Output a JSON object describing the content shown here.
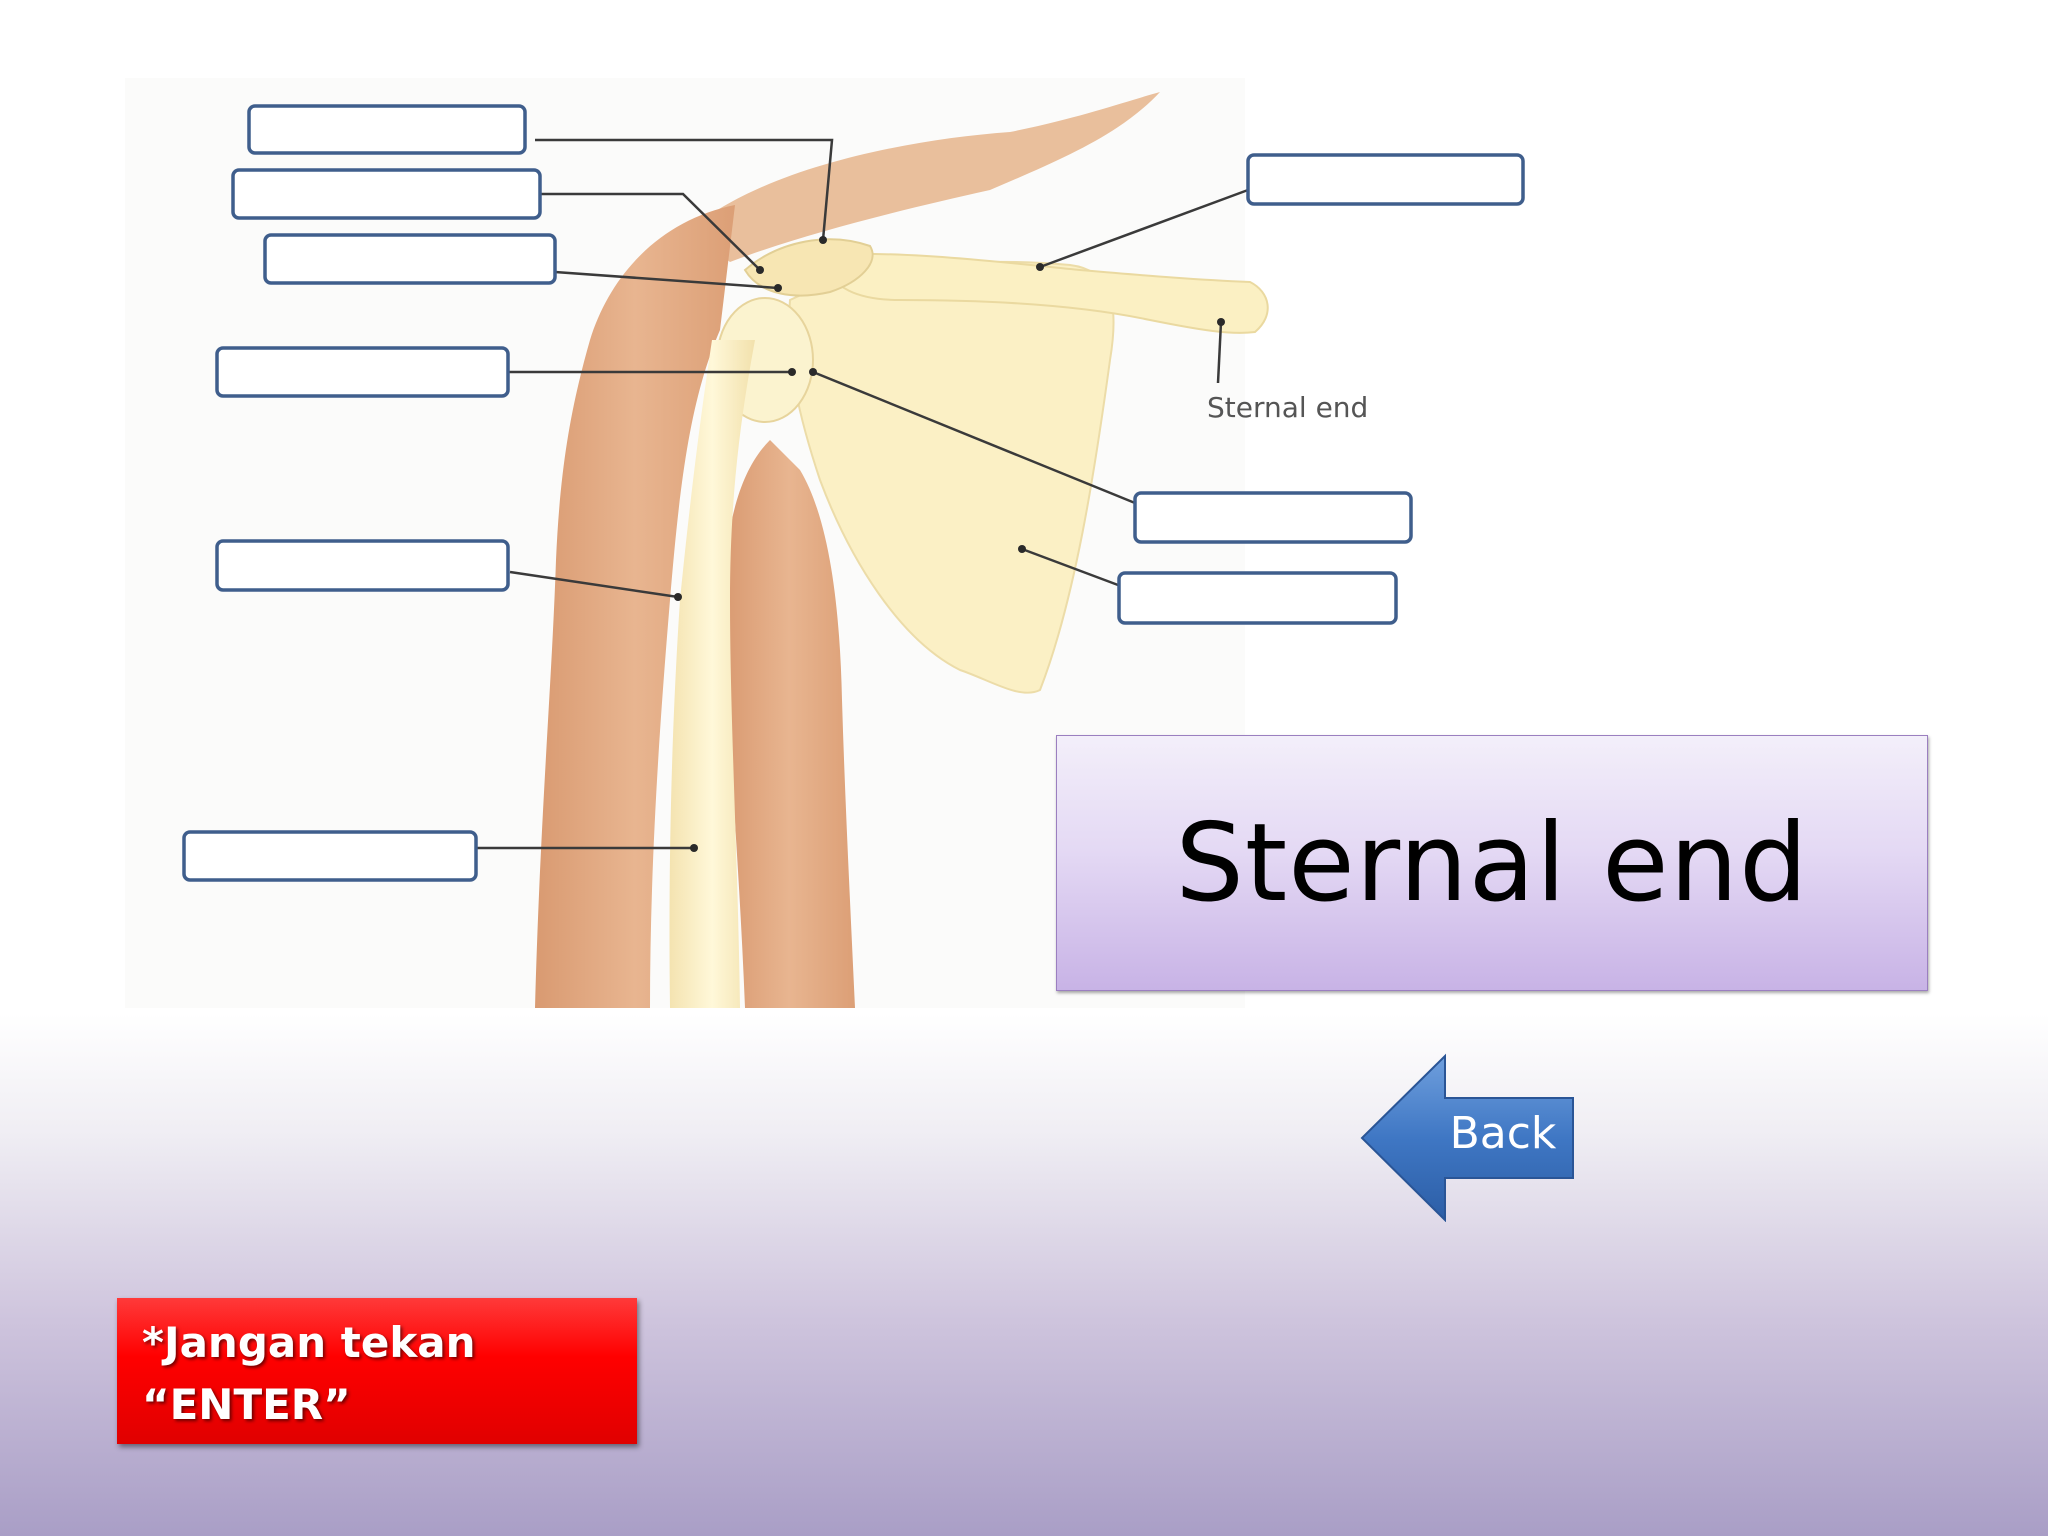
{
  "diagram": {
    "inline_label": "Sternal end",
    "label_box_count": 9
  },
  "answer": {
    "text": "Sternal end"
  },
  "navigation": {
    "back_label": "Back"
  },
  "warning": {
    "line1": "*Jangan tekan",
    "line2": "“ENTER”"
  },
  "colors": {
    "muscle": "#e3ab83",
    "bone": "#fbf1c8",
    "label_box_border": "#3f5e8c",
    "answer_box_top": "#f3effa",
    "answer_box_bottom": "#c8b3e6",
    "back_arrow": "#3f77c4",
    "warning": "#ff0000"
  }
}
